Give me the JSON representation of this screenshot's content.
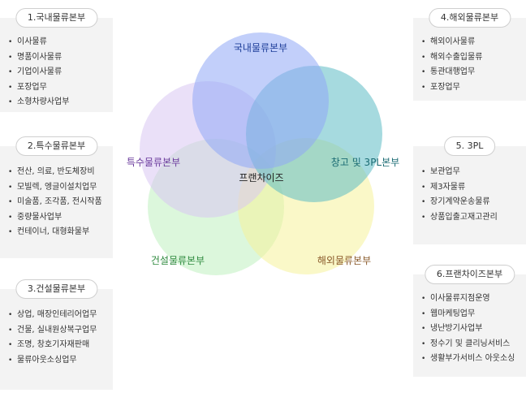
{
  "center_label": "프랜차이즈",
  "venn": {
    "circles": [
      {
        "label": "국내물류본부",
        "color": "#8fa7f5",
        "label_color": "#1f3f9a"
      },
      {
        "label": "창고 및 3PL본부",
        "color": "#5cbcc4",
        "label_color": "#1a6b73"
      },
      {
        "label": "해외물류본부",
        "color": "#f6f29a",
        "label_color": "#8a5a2a"
      },
      {
        "label": "건설물류본부",
        "color": "#bff0bf",
        "label_color": "#2e8a3e"
      },
      {
        "label": "특수물류본부",
        "color": "#d8c6f3",
        "label_color": "#6a3a9c"
      }
    ]
  },
  "panels": {
    "p1": {
      "title": "1.국내물류본부",
      "items": [
        "이사물류",
        "명품이사물류",
        "기업이사물류",
        "포장업무",
        "소형차량사업부"
      ]
    },
    "p2": {
      "title": "2.특수물류본부",
      "items": [
        "전산, 의료, 반도체장비",
        "모빌렉, 엥글이설치업무",
        "미술품, 조각품, 전시작품",
        "중량물사업부",
        "컨테이너, 대형화물부"
      ]
    },
    "p3": {
      "title": "3.건설물류본부",
      "items": [
        "상업, 매장인테리어업무",
        "건물, 실내원상복구업무",
        "조명, 창호기자재판매",
        "물류아웃소싱업무"
      ]
    },
    "p4": {
      "title": "4.해외물류본부",
      "items": [
        "해외이사물류",
        "해외수출입물류",
        "통관대행업무",
        "포장업무"
      ]
    },
    "p5": {
      "title": "5. 3PL",
      "items": [
        "보관업무",
        "제3자물류",
        "장기계약운송물류",
        "상품입출고재고관리"
      ]
    },
    "p6": {
      "title": "6.프랜차이즈본부",
      "items": [
        "이사물류지점운영",
        "웹마케팅업무",
        "냉난방기사업부",
        "정수기 및 클리닝서비스",
        "생활부가서비스 아웃소싱"
      ]
    }
  }
}
